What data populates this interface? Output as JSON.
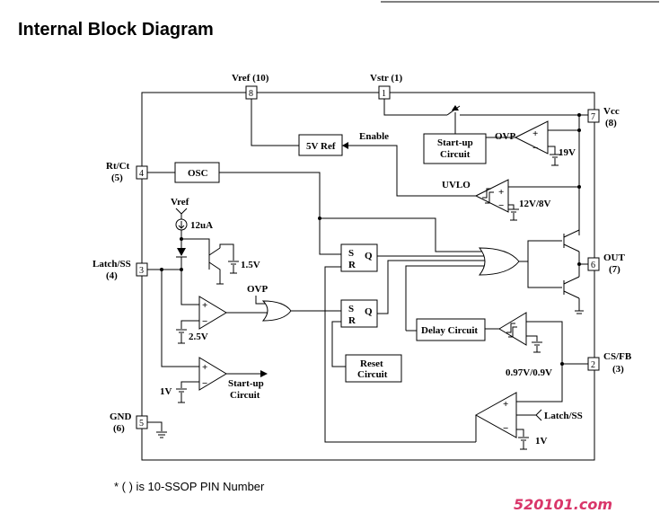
{
  "title": "Internal Block Diagram",
  "footnote": "* ( ) is 10-SSOP PIN Number",
  "watermark": "520101.com",
  "pins": {
    "vref": {
      "label": "Vref (10)",
      "num": "8"
    },
    "vstr": {
      "label": "Vstr (1)",
      "num": "1"
    },
    "vcc": {
      "label": "Vcc",
      "alt": "(8)",
      "num": "7"
    },
    "rtct": {
      "label": "Rt/Ct",
      "alt": "(5)",
      "num": "4"
    },
    "latch": {
      "label": "Latch/SS",
      "alt": "(4)",
      "num": "3"
    },
    "out": {
      "label": "OUT",
      "alt": "(7)",
      "num": "6"
    },
    "csfb": {
      "label": "CS/FB",
      "alt": "(3)",
      "num": "2"
    },
    "gnd": {
      "label": "GND",
      "alt": "(6)",
      "num": "5"
    }
  },
  "blocks": {
    "ref5v": "5V Ref",
    "osc": "OSC",
    "startup_top": [
      "Start-up",
      "Circuit"
    ],
    "delay": "Delay Circuit",
    "reset": [
      "Reset",
      "Circuit"
    ],
    "startup_bottom": [
      "Start-up",
      "Circuit"
    ]
  },
  "labels": {
    "enable": "Enable",
    "ovp_comp": "OVP",
    "v19": "19V",
    "uvlo": "UVLO",
    "uvlo_th": "12V/8V",
    "vref_node": "Vref",
    "i12": "12uA",
    "v15": "1.5V",
    "v25": "2.5V",
    "ovp_gate": "OVP",
    "cs_th": "0.97V/0.9V",
    "v1_left": "1V",
    "latch_in": "Latch/SS",
    "v1_bottom": "1V",
    "s": "S",
    "r": "R",
    "q": "Q",
    "plus": "+",
    "minus": "−"
  }
}
